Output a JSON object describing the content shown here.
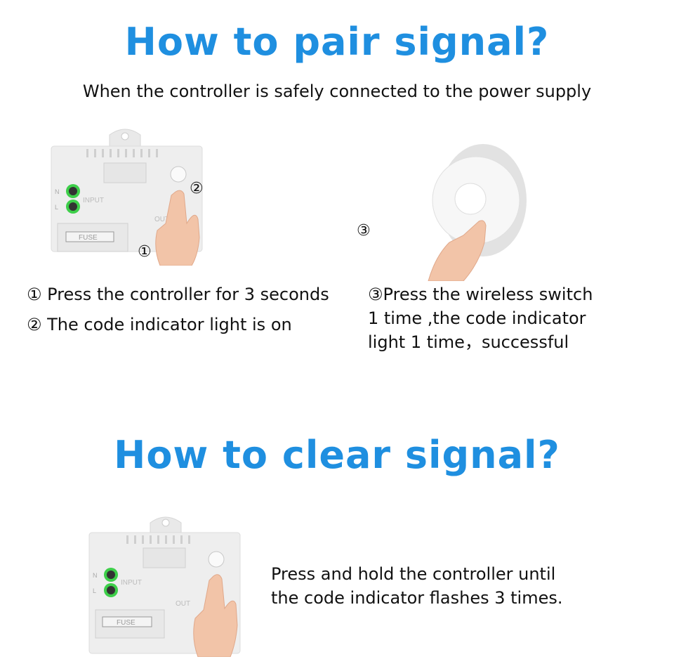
{
  "pair": {
    "title": "How to pair signal?",
    "subtitle": "When the controller is safely connected to the power supply",
    "controller_labels": {
      "input": "INPUT",
      "output": "OUT",
      "fuse": "FUSE",
      "n": "N",
      "l": "L"
    },
    "markers": {
      "one": "①",
      "two": "②",
      "three": "③"
    },
    "steps_left": [
      "① Press the controller for 3 seconds",
      "② The code indicator light is on"
    ],
    "steps_right": [
      "③Press the wireless switch",
      "1 time ,the code indicator",
      "light 1 time，successful"
    ]
  },
  "clear": {
    "title": "How to clear signal?",
    "controller_labels": {
      "input": "INPUT",
      "output": "OUT",
      "fuse": "FUSE",
      "n": "N",
      "l": "L"
    },
    "instruction": [
      "Press and hold the controller until",
      "the code indicator flashes 3 times."
    ]
  },
  "colors": {
    "title": "#1f8fe0",
    "terminal": "#3ecf4a",
    "body": "#eeeeee"
  }
}
